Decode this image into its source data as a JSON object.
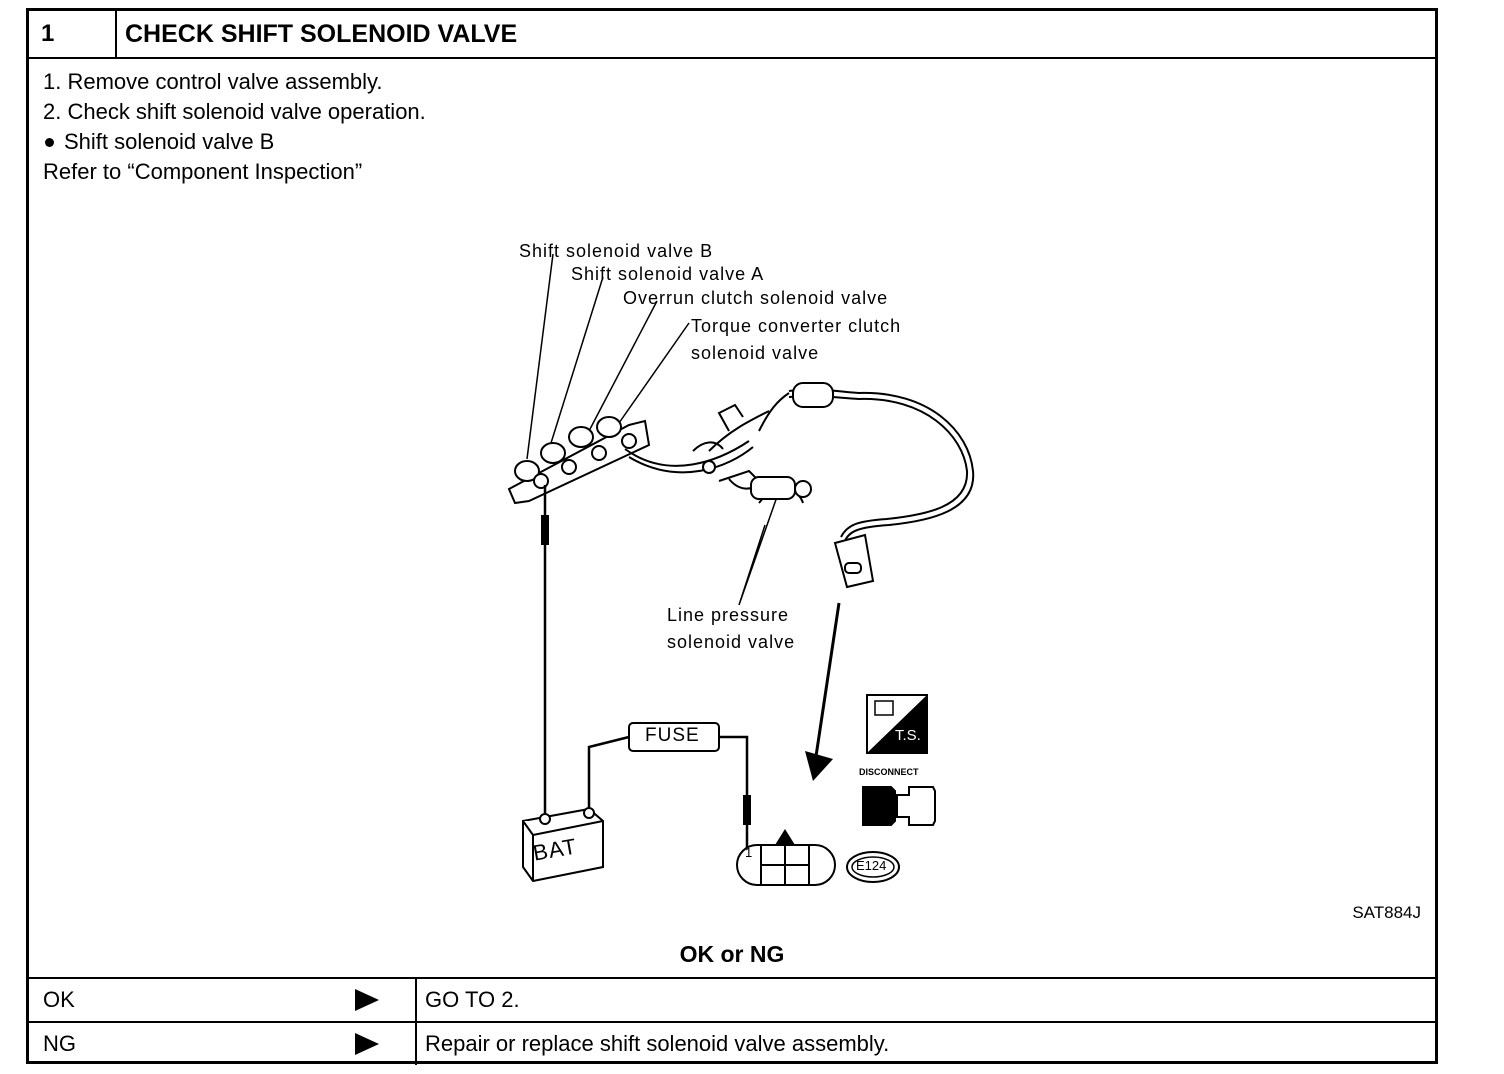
{
  "header": {
    "number": "1",
    "title": "CHECK SHIFT SOLENOID VALVE"
  },
  "steps": [
    "1.  Remove control valve assembly.",
    "2.  Check shift solenoid valve operation.",
    "Shift solenoid valve B",
    "Refer to “Component Inspection”"
  ],
  "diagram": {
    "labels": {
      "shift_b": "Shift solenoid valve B",
      "shift_a": "Shift solenoid valve A",
      "overrun": "Overrun clutch solenoid valve",
      "tcc_1": "Torque converter clutch",
      "tcc_2": "solenoid valve",
      "line_1": "Line pressure",
      "line_2": "solenoid valve",
      "fuse": "FUSE",
      "bat": "BAT",
      "pin": "1",
      "connector": "E124",
      "ts": "T.S.",
      "disconnect": "DISCONNECT"
    },
    "figure_id": "SAT884J"
  },
  "result_prompt": "OK or NG",
  "results": [
    {
      "key": "OK",
      "action": "GO TO 2."
    },
    {
      "key": "NG",
      "action": "Repair or replace shift solenoid valve assembly."
    }
  ]
}
